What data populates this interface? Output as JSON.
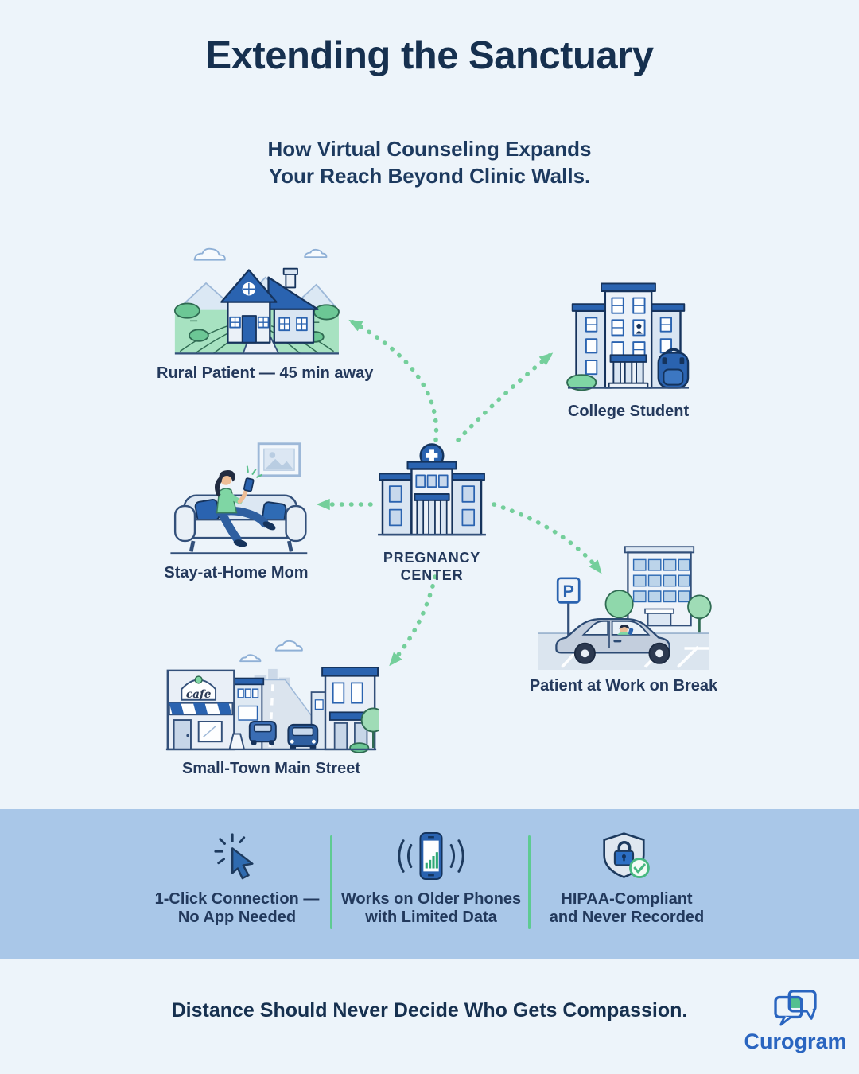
{
  "header": {
    "title": "Extending the Sanctuary",
    "subtitle_line1": "How Virtual Counseling Expands",
    "subtitle_line2": "Your Reach Beyond Clinic Walls."
  },
  "diagram": {
    "center": {
      "label_line1": "PREGNANCY",
      "label_line2": "CENTER"
    },
    "nodes": [
      {
        "id": "rural-patient",
        "label": "Rural Patient — 45 min away"
      },
      {
        "id": "college-student",
        "label": "College Student"
      },
      {
        "id": "stay-at-home-mom",
        "label": "Stay-at-Home Mom"
      },
      {
        "id": "patient-at-work",
        "label": "Patient at Work on Break"
      },
      {
        "id": "small-town-main-street",
        "label": "Small-Town Main Street"
      }
    ],
    "scene_texts": {
      "cafe_sign": "cafe",
      "parking_sign": "P"
    }
  },
  "features": [
    {
      "icon": "cursor-click-icon",
      "line1": "1-Click Connection —",
      "line2": "No App Needed"
    },
    {
      "icon": "phone-signal-icon",
      "line1": "Works on Older Phones",
      "line2": "with Limited Data"
    },
    {
      "icon": "shield-lock-icon",
      "line1": "HIPAA-Compliant",
      "line2": "and Never Recorded"
    }
  ],
  "footer": {
    "tagline": "Distance Should Never Decide Who Gets Compassion.",
    "brand": "Curogram"
  },
  "colors": {
    "navy_text": "#16304f",
    "arrow_green": "#74cf9b",
    "divider_green": "#5ecb92",
    "band_blue": "#a9c7e8",
    "page_background": "#edf4fa",
    "brand_blue": "#2a65c0",
    "illustration_blue": "#2a63b0",
    "illustration_green": "#7fd6a4"
  }
}
